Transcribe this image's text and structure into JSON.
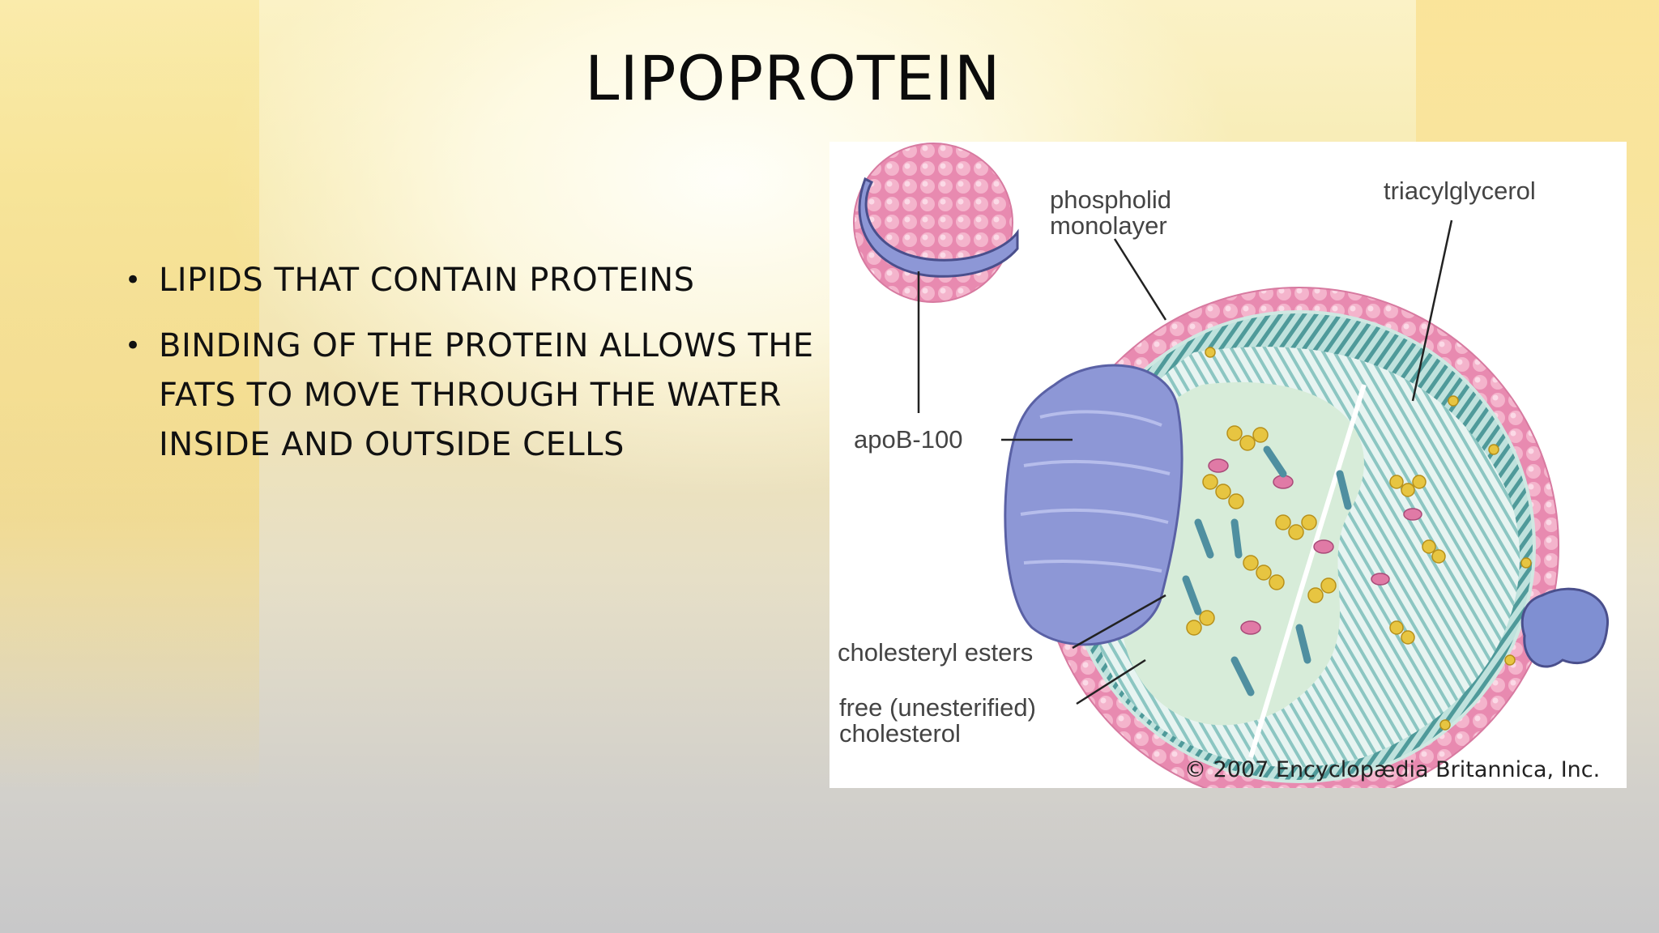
{
  "slide": {
    "title": "LIPOPROTEIN",
    "bullets": [
      "LIPIDS THAT CONTAIN PROTEINS",
      "BINDING OF THE PROTEIN ALLOWS THE FATS TO MOVE THROUGH THE WATER INSIDE AND OUTSIDE CELLS"
    ],
    "bullet_glyph": "•"
  },
  "figure": {
    "labels": {
      "phospholipid_1": "phospholid",
      "phospholipid_2": "monolayer",
      "triacylglycerol": "triacylglycerol",
      "apob": "apoB-100",
      "cholesteryl": "cholesteryl esters",
      "free_1": "free (unesterified)",
      "free_2": "cholesterol"
    },
    "credit": "© 2007 Encyclopædia Britannica, Inc.",
    "colors": {
      "shell": "#e58fb0",
      "core": "#dcefe6",
      "phospholipid": "#4f9a9a",
      "protein": "#7f87c6",
      "cholesterol": "#e7c541"
    }
  }
}
